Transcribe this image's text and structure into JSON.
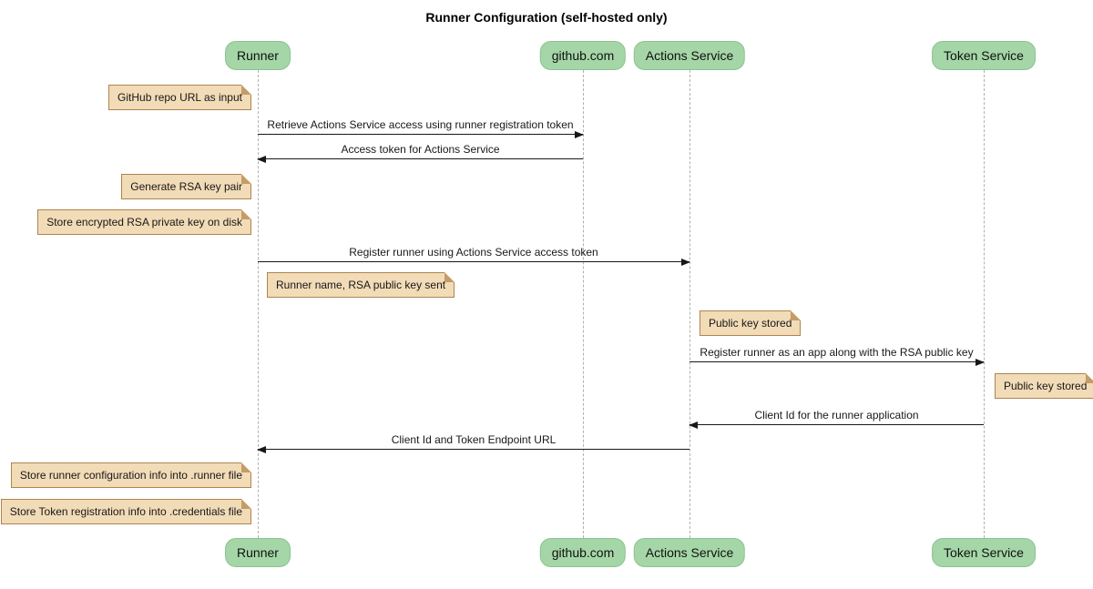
{
  "title": "Runner Configuration (self-hosted only)",
  "participants": [
    {
      "id": "runner",
      "label": "Runner"
    },
    {
      "id": "github",
      "label": "github.com"
    },
    {
      "id": "actions-service",
      "label": "Actions Service"
    },
    {
      "id": "token-service",
      "label": "Token Service"
    }
  ],
  "messages": [
    {
      "from": "Runner",
      "to": "github.com",
      "direction": "right",
      "label": "Retrieve Actions Service access using runner registration token"
    },
    {
      "from": "github.com",
      "to": "Runner",
      "direction": "left",
      "label": "Access token for Actions Service"
    },
    {
      "from": "Runner",
      "to": "Actions Service",
      "direction": "right",
      "label": "Register runner using Actions Service access token"
    },
    {
      "from": "Actions Service",
      "to": "Token Service",
      "direction": "right",
      "label": "Register runner as an app along with the RSA public key"
    },
    {
      "from": "Token Service",
      "to": "Actions Service",
      "direction": "left",
      "label": "Client Id for the runner application"
    },
    {
      "from": "Actions Service",
      "to": "Runner",
      "direction": "left",
      "label": "Client Id and Token Endpoint URL"
    }
  ],
  "notes": [
    {
      "attached_to": "Runner",
      "side": "left",
      "text": "GitHub repo URL as input"
    },
    {
      "attached_to": "Runner",
      "side": "left",
      "text": "Generate RSA key pair"
    },
    {
      "attached_to": "Runner",
      "side": "left",
      "text": "Store encrypted RSA private key on disk"
    },
    {
      "attached_to": "Runner",
      "side": "right",
      "text": "Runner name, RSA public key sent"
    },
    {
      "attached_to": "Actions Service",
      "side": "right",
      "text": "Public key stored"
    },
    {
      "attached_to": "Token Service",
      "side": "right",
      "text": "Public key stored"
    },
    {
      "attached_to": "Runner",
      "side": "left",
      "text": "Store runner configuration info into .runner file"
    },
    {
      "attached_to": "Runner",
      "side": "left",
      "text": "Store Token registration info into .credentials file"
    }
  ],
  "colors": {
    "background": "#FFFFFF",
    "participant_fill": "#A5D6A7",
    "participant_border": "#8CC28F",
    "note_fill": "#F2DBB7",
    "note_border": "#AE8451",
    "lifeline": "#B0B0B0",
    "arrow": "#181818"
  }
}
